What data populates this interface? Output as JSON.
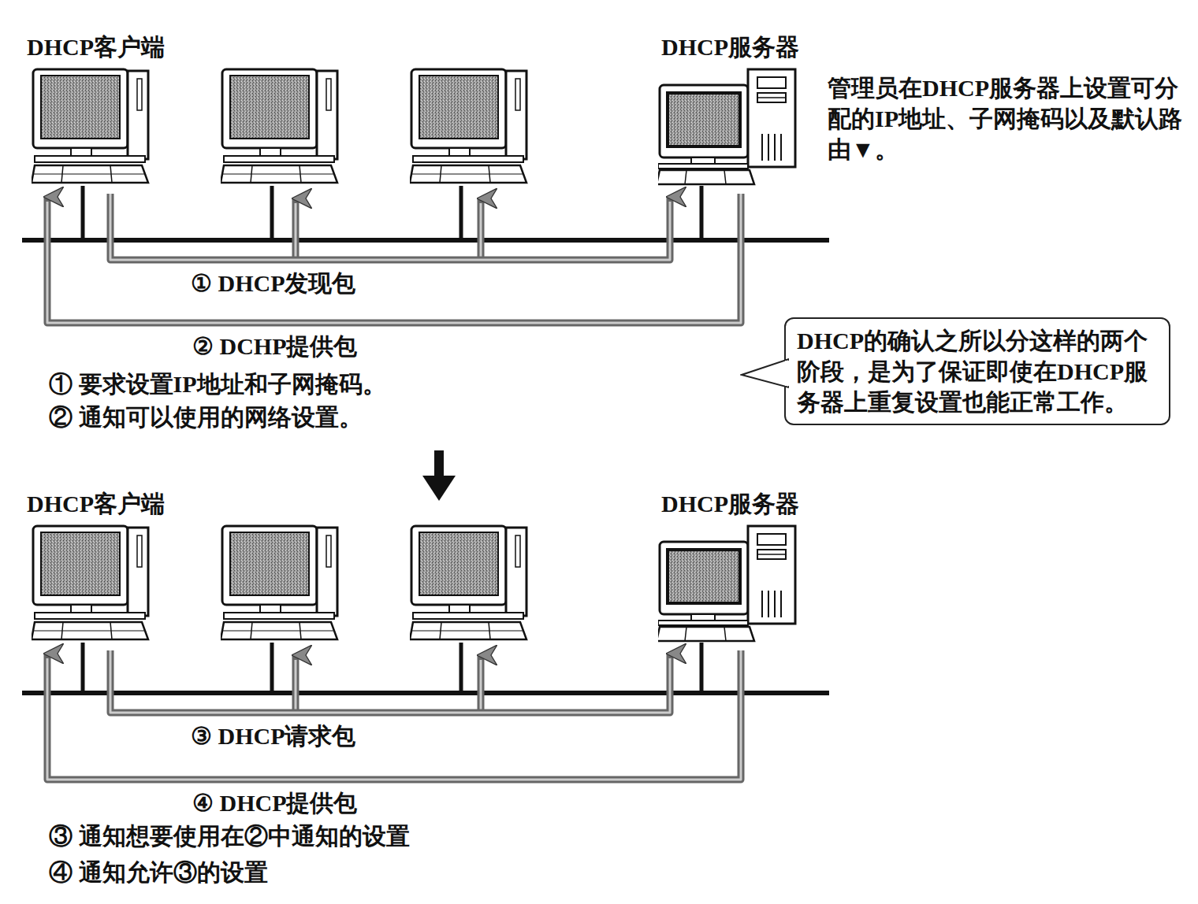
{
  "diagram": {
    "nodes": [
      {
        "text": [
          "DHCP客户端"
        ]
      },
      {
        "text": [
          "DHCP服务器"
        ]
      },
      {
        "text": [
          "DHCP的确认之所以分这样的两个阶段，是为了保证即使在DHCP服务器上重复设置也能正常工作。"
        ]
      },
      {
        "text": [
          "DHCP客户端"
        ]
      },
      {
        "text": [
          "DHCP服务器"
        ]
      }
    ],
    "edges": [
      {
        "from": 0,
        "to": 1,
        "arrow": "to",
        "label": "① DHCP发现包"
      },
      {
        "from": 1,
        "to": 0,
        "arrow": "to",
        "label": "② DCHP提供包"
      },
      {
        "from": 3,
        "to": 4,
        "arrow": "to",
        "label": "③ DHCP请求包"
      },
      {
        "from": 4,
        "to": 3,
        "arrow": "to",
        "label": "④ DHCP提供包"
      }
    ],
    "labels": [
      "管理员在DHCP服务器上设置可分配的IP地址、子网掩码以及默认路由▼。",
      "① 要求设置IP地址和子网掩码。",
      "② 通知可以使用的网络设置。",
      "③ 通知想要使用在②中通知的设置",
      "④ 通知允许③的设置"
    ]
  }
}
